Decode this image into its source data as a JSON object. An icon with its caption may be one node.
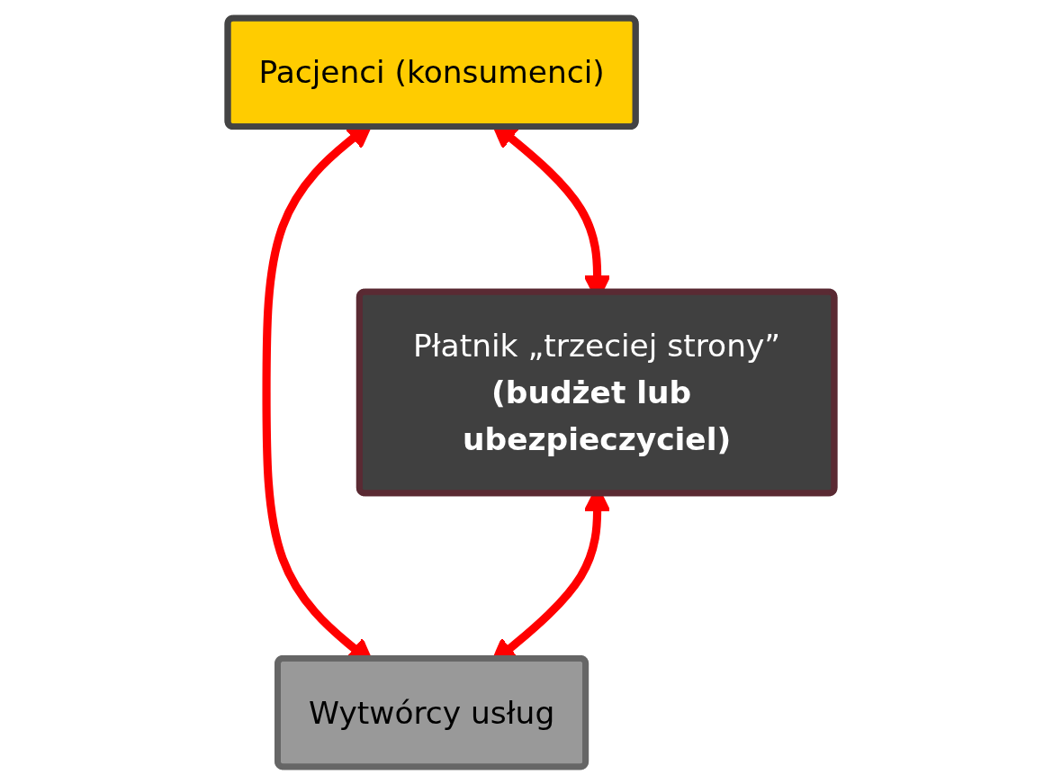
{
  "diagram": {
    "nodes": [
      {
        "text": [
          "Pacjenci (konsumenci)"
        ]
      },
      {
        "text": [
          "Płatnik „trzeciej strony”",
          "(budżet lub ubezpieczyciel)"
        ]
      },
      {
        "text": [
          "Wytwórcy usług"
        ]
      }
    ],
    "edges": [
      {
        "from": 0,
        "to": 1,
        "arrow": "both"
      },
      {
        "from": 0,
        "to": 2,
        "arrow": "both"
      },
      {
        "from": 1,
        "to": 2,
        "arrow": "both"
      }
    ]
  }
}
